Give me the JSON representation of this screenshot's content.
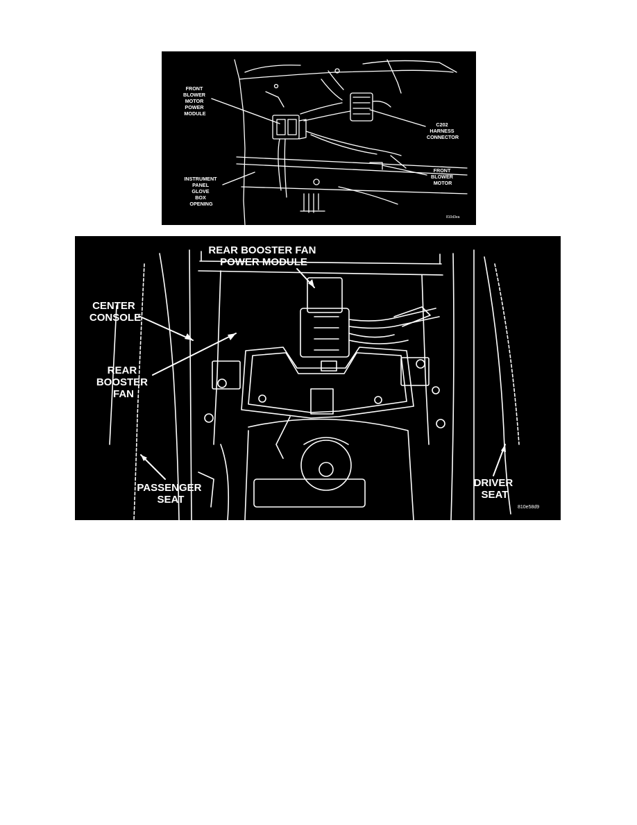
{
  "figure_top": {
    "labels": {
      "front_blower_motor_power_module": [
        "FRONT",
        "BLOWER",
        "MOTOR",
        "POWER",
        "MODULE"
      ],
      "c202_harness_connector": [
        "C202",
        "HARNESS",
        "CONNECTOR"
      ],
      "front_blower_motor": [
        "FRONT",
        "BLOWER",
        "MOTOR"
      ],
      "instrument_panel_glove_box_opening": [
        "INSTRUMENT",
        "PANEL",
        "GLOVE",
        "BOX",
        "OPENING"
      ]
    },
    "code": "810d3ea"
  },
  "figure_bottom": {
    "labels": {
      "rear_booster_fan_power_module": [
        "REAR BOOSTER FAN",
        "POWER MODULE"
      ],
      "center_console": [
        "CENTER",
        "CONSOLE"
      ],
      "rear_booster_fan": [
        "REAR",
        "BOOSTER",
        "FAN"
      ],
      "passenger_seat": [
        "PASSENGER",
        "SEAT"
      ],
      "driver_seat": [
        "DRIVER",
        "SEAT"
      ]
    },
    "code": "810e58d9"
  }
}
